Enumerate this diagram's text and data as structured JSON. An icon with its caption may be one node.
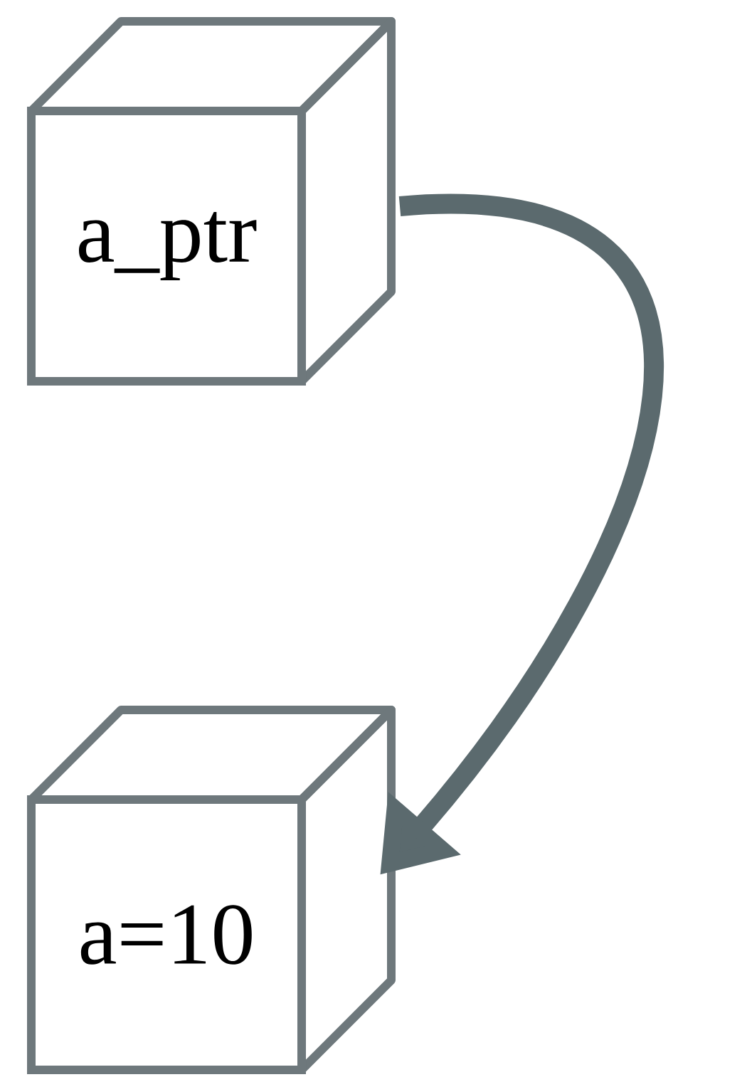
{
  "diagram": {
    "nodes": [
      {
        "text": [
          "a_ptr"
        ]
      },
      {
        "text": [
          "a=10"
        ]
      }
    ],
    "edges": [
      {
        "from": 0,
        "to": 1,
        "arrow": "to"
      }
    ]
  }
}
